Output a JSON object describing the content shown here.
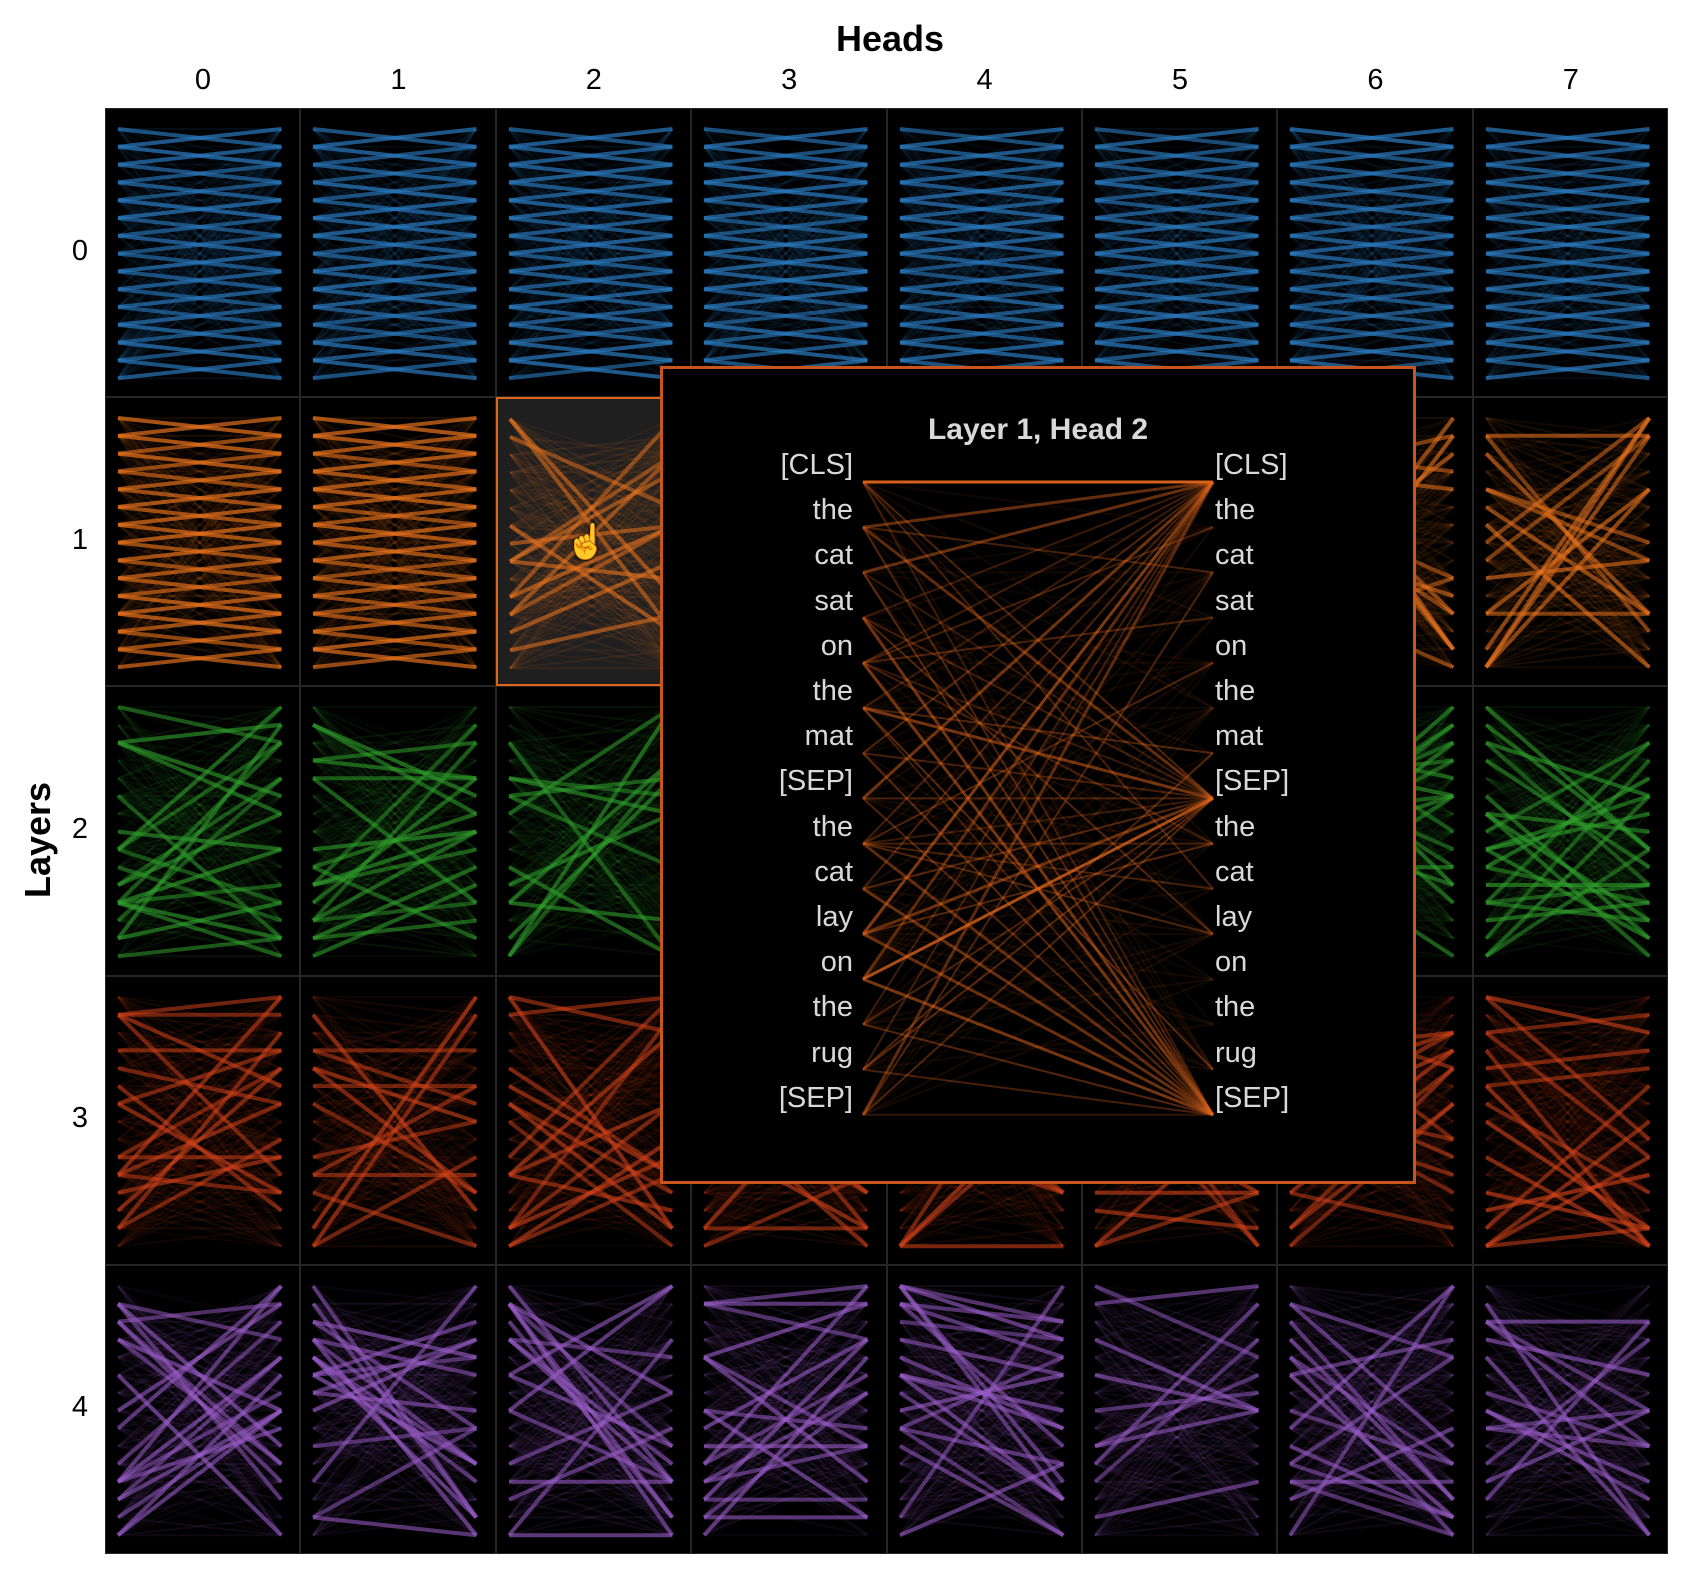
{
  "axes": {
    "x_title": "Heads",
    "y_title": "Layers",
    "heads": [
      "0",
      "1",
      "2",
      "3",
      "4",
      "5",
      "6",
      "7"
    ],
    "layers": [
      "0",
      "1",
      "2",
      "3",
      "4"
    ]
  },
  "layer_colors": [
    "#2b7bc0",
    "#e8731e",
    "#30a02c",
    "#d2421a",
    "#9a5dc9"
  ],
  "selected_cell": {
    "layer": 1,
    "head": 2
  },
  "popup": {
    "title": "Layer 1, Head 2",
    "color": "#e0651c",
    "left_tokens": [
      "[CLS]",
      "the",
      "cat",
      "sat",
      "on",
      "the",
      "mat",
      "[SEP]",
      "the",
      "cat",
      "lay",
      "on",
      "the",
      "rug",
      "[SEP]"
    ],
    "right_tokens": [
      "[CLS]",
      "the",
      "cat",
      "sat",
      "on",
      "the",
      "mat",
      "[SEP]",
      "the",
      "cat",
      "lay",
      "on",
      "the",
      "rug",
      "[SEP]"
    ]
  },
  "cursor_icon": "hand-pointer-icon"
}
